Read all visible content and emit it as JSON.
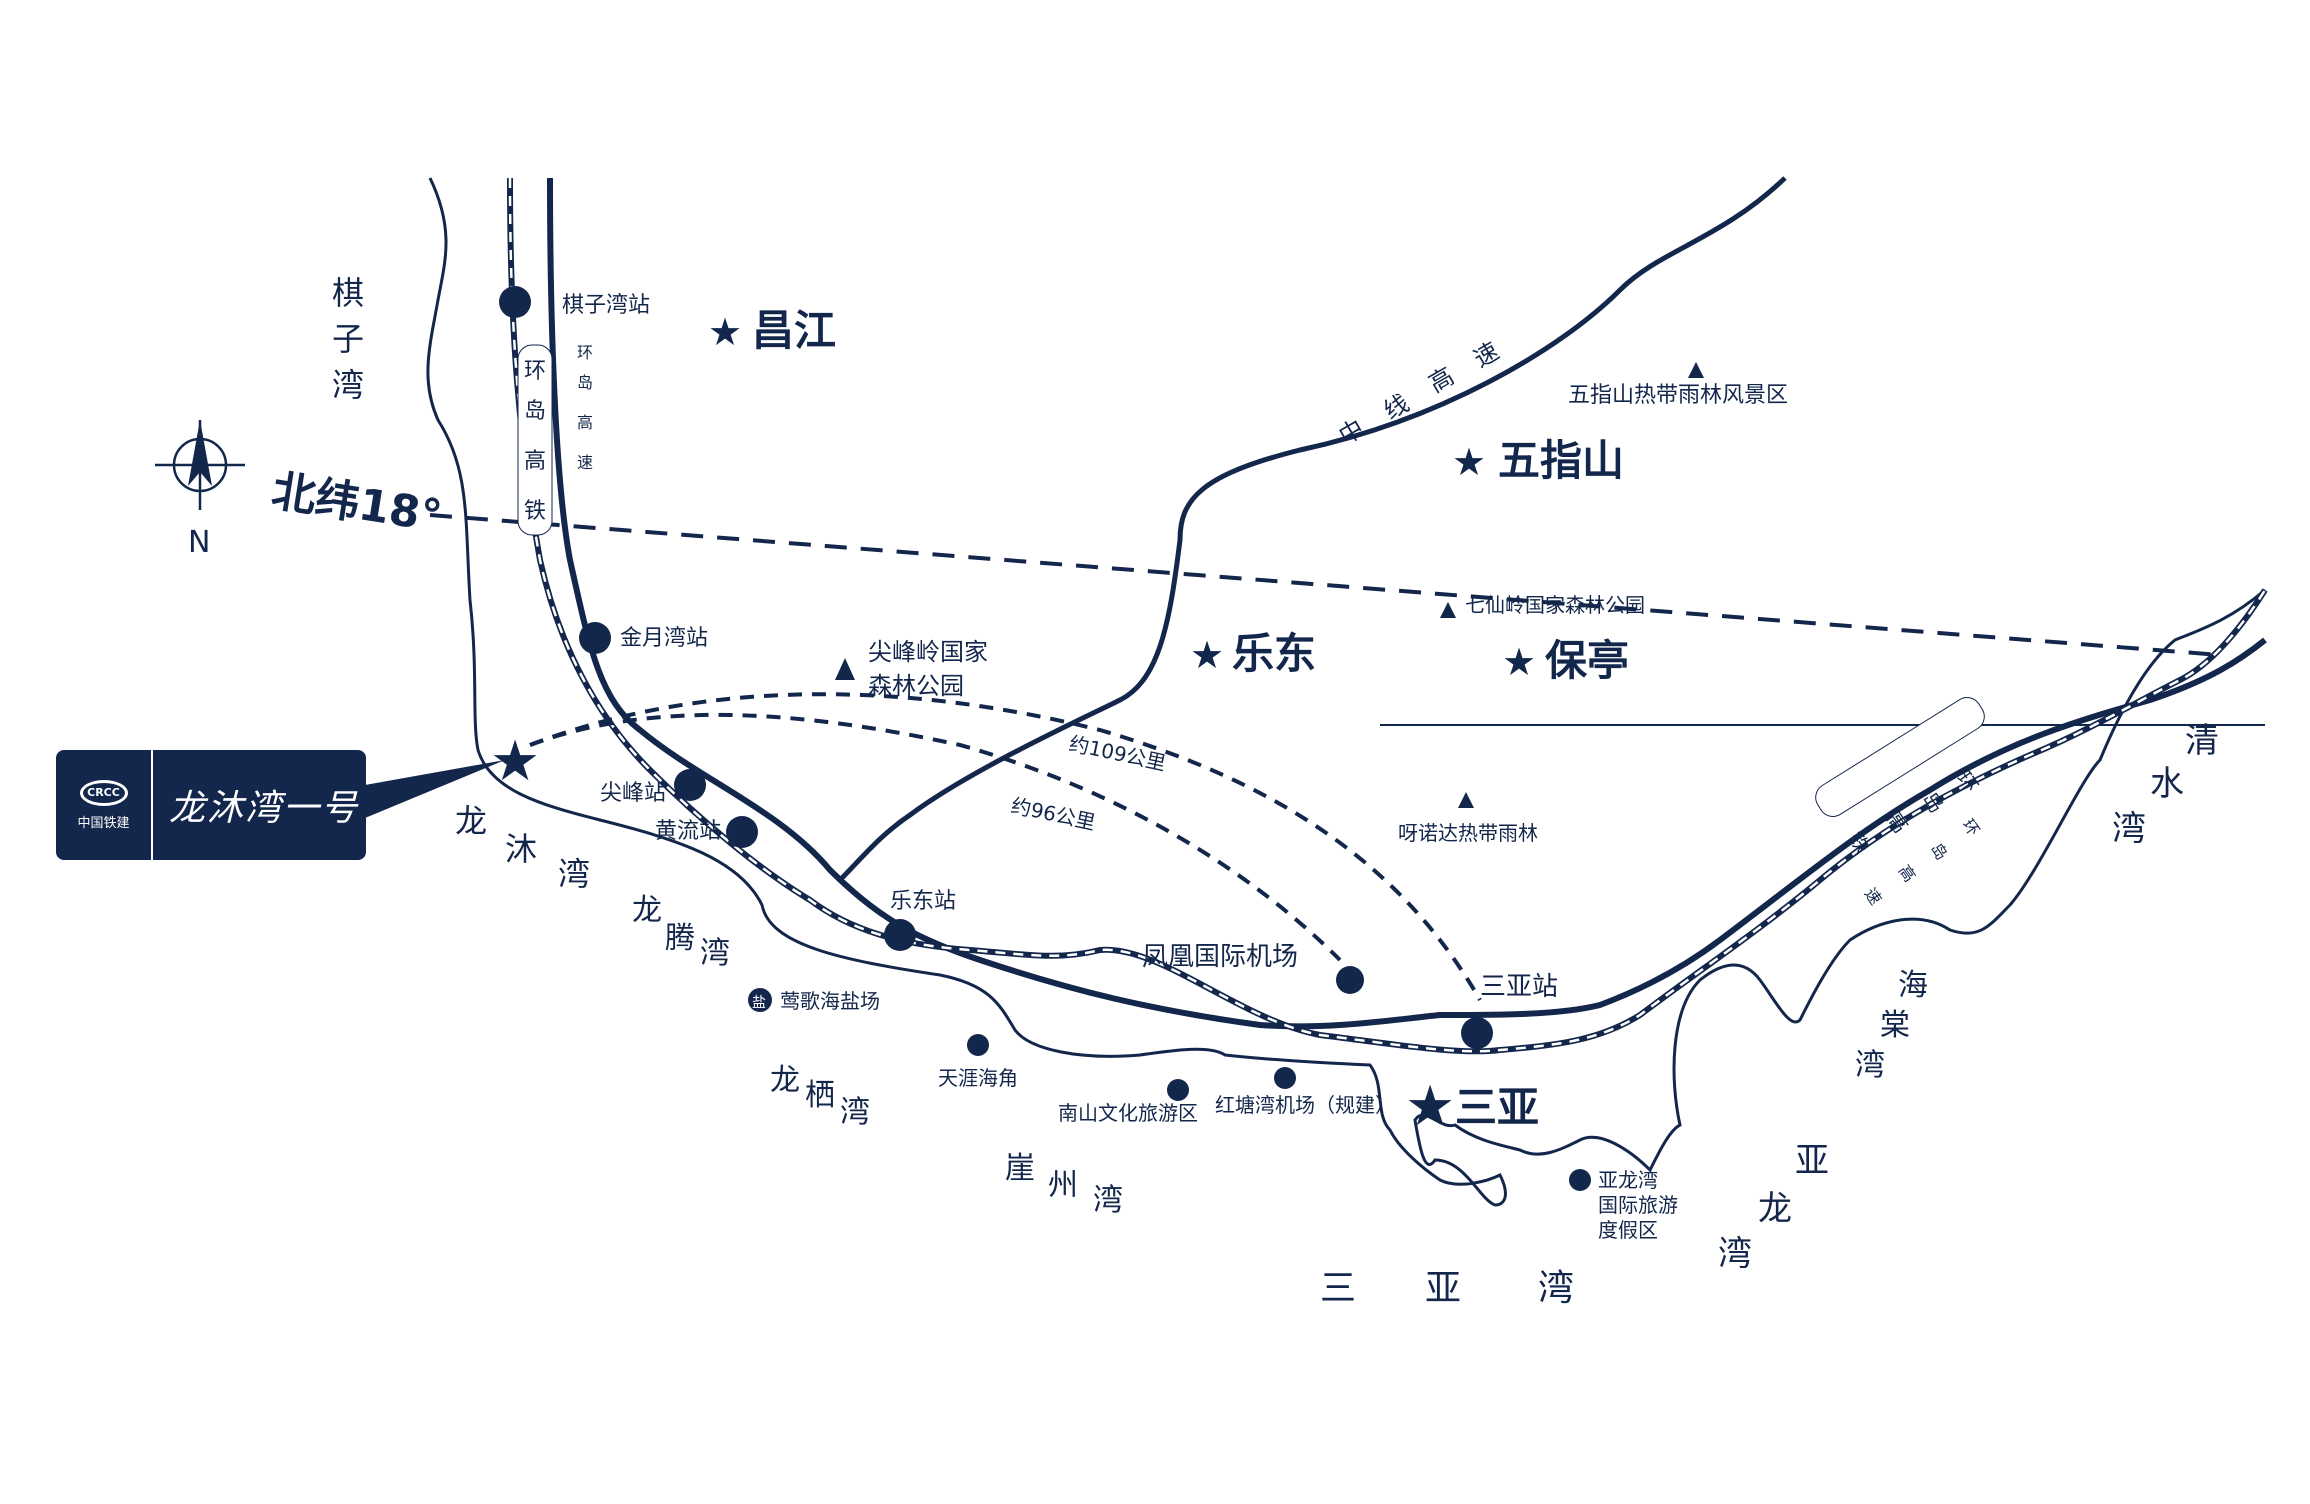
{
  "colors": {
    "ink": "#13264b",
    "background": "#ffffff",
    "badge_text": "#ffffff"
  },
  "project": {
    "name": "龙沐湾一号",
    "developer_logo_text": "CRCC",
    "developer_name": "中国铁建"
  },
  "compass": {
    "label": "N",
    "icon": "compass-rose-icon"
  },
  "latitude_label": "北纬18°",
  "cities": [
    {
      "id": "changjiang",
      "label": "昌江"
    },
    {
      "id": "wuzhishan",
      "label": "五指山"
    },
    {
      "id": "ledong",
      "label": "乐东"
    },
    {
      "id": "baoting",
      "label": "保亭"
    },
    {
      "id": "sanya",
      "label": "三亚"
    }
  ],
  "stations": [
    {
      "id": "qiziwan",
      "label": "棋子湾站"
    },
    {
      "id": "jinyuewan",
      "label": "金月湾站"
    },
    {
      "id": "jianfeng",
      "label": "尖峰站"
    },
    {
      "id": "huangliu",
      "label": "黄流站"
    },
    {
      "id": "ledong",
      "label": "乐东站"
    },
    {
      "id": "sanya",
      "label": "三亚站"
    }
  ],
  "scenic_spots": [
    {
      "id": "wuzhishan-rainforest",
      "label": "五指山热带雨林风景区",
      "icon": "mountain-icon"
    },
    {
      "id": "qixianling",
      "label": "七仙岭国家森林公园",
      "icon": "mountain-icon"
    },
    {
      "id": "jianfengling-1",
      "label": "尖峰岭国家",
      "icon": "mountain-icon"
    },
    {
      "id": "jianfengling-2",
      "label": "森林公园"
    },
    {
      "id": "yanoda",
      "label": "呀诺达热带雨林",
      "icon": "mountain-icon"
    },
    {
      "id": "yinggehai",
      "label": "莺歌海盐场",
      "icon": "salt-icon",
      "icon_char": "盐"
    },
    {
      "id": "tianya",
      "label": "天涯海角",
      "icon": "palm-tree-icon"
    },
    {
      "id": "nanshan",
      "label": "南山文化旅游区",
      "icon": "palm-tree-icon"
    },
    {
      "id": "hongtang",
      "label": "红塘湾机场（规建）",
      "icon": "airplane-icon"
    },
    {
      "id": "phoenix",
      "label": "凤凰国际机场",
      "icon": "airplane-icon"
    },
    {
      "id": "yalong-1",
      "label": "亚龙湾",
      "icon": "palm-tree-icon"
    },
    {
      "id": "yalong-2",
      "label": "国际旅游"
    },
    {
      "id": "yalong-3",
      "label": "度假区"
    }
  ],
  "routes": [
    {
      "id": "ring-hsr",
      "label_chars": [
        "环",
        "岛",
        "高",
        "铁"
      ]
    },
    {
      "id": "ring-expressway-west",
      "label_chars": [
        "环",
        "岛",
        "高",
        "速"
      ]
    },
    {
      "id": "central-line",
      "label_chars": [
        "中",
        "线",
        "高",
        "速"
      ]
    },
    {
      "id": "ring-hsr-east",
      "label_chars": [
        "环",
        "岛",
        "高",
        "铁"
      ]
    },
    {
      "id": "ring-expressway-east",
      "label_chars": [
        "环",
        "岛",
        "高",
        "速"
      ]
    }
  ],
  "distances": [
    {
      "id": "to-sanya",
      "label": "约109公里"
    },
    {
      "id": "to-airport",
      "label": "约96公里"
    }
  ],
  "bays": [
    {
      "id": "qiziwan",
      "chars": [
        "棋",
        "子",
        "湾"
      ]
    },
    {
      "id": "longmuwan",
      "chars": [
        "龙",
        "沐",
        "湾"
      ]
    },
    {
      "id": "longtengwan",
      "chars": [
        "龙",
        "腾",
        "湾"
      ]
    },
    {
      "id": "longqiwan",
      "chars": [
        "龙",
        "栖",
        "湾"
      ]
    },
    {
      "id": "yazhouwan",
      "chars": [
        "崖",
        "州",
        "湾"
      ]
    },
    {
      "id": "sanyawan",
      "chars": [
        "三",
        "亚",
        "湾"
      ]
    },
    {
      "id": "yalongwan",
      "chars": [
        "亚",
        "龙",
        "湾"
      ]
    },
    {
      "id": "haitangwan",
      "chars": [
        "海",
        "棠",
        "湾"
      ]
    },
    {
      "id": "qingshuiwan",
      "chars": [
        "清",
        "水",
        "湾"
      ]
    }
  ]
}
